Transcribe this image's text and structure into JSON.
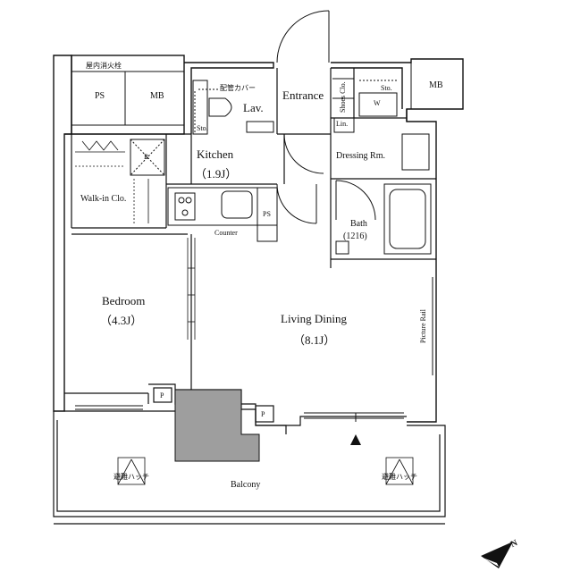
{
  "rooms": {
    "entrance": "Entrance",
    "kitchen": "Kitchen",
    "kitchen_area": "（1.9J）",
    "lav": "Lav.",
    "dressing": "Dressing Rm.",
    "bath": "Bath",
    "bath_size": "(1216)",
    "walkin": "Walk-in Clo.",
    "bedroom": "Bedroom",
    "bedroom_area": "（4.3J）",
    "living": "Living Dining",
    "living_area": "（8.1J）",
    "balcony": "Balcony"
  },
  "fixtures": {
    "ps_top": "PS",
    "mb_top_left": "MB",
    "mb_top_right": "MB",
    "fire_hydrant": "屋内消火栓",
    "pipe_cover": "配管カバー",
    "sto_lav": "Sto.",
    "sto_right": "Sto.",
    "w": "W",
    "shoes": "Shoes Clo.",
    "lin": "Lin.",
    "refrigerator": "R",
    "counter": "Counter",
    "ps_kitchen": "PS",
    "p_left": "P",
    "p_right": "P",
    "picture_rail": "Picture Rail",
    "hatch_left": "避難ハッチ",
    "hatch_right": "避難ハッチ"
  },
  "compass": {
    "label": "N"
  }
}
